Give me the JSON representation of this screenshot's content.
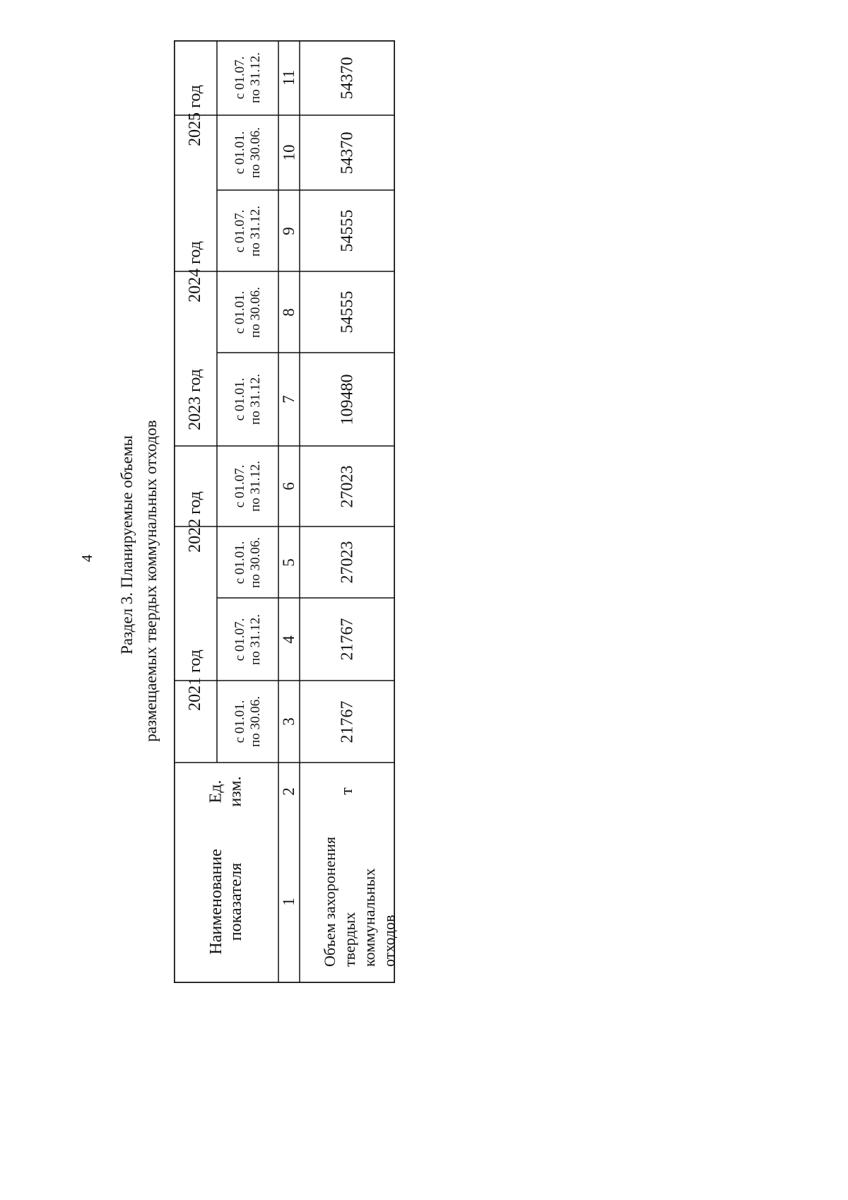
{
  "page_number": "4",
  "title": {
    "line1": "Раздел 3. Планируемые объемы",
    "line2": "размещаемых твердых коммунальных отходов"
  },
  "table": {
    "header": {
      "name": "Наименование\nпоказателя",
      "unit": "Ед.\nизм.",
      "years": [
        {
          "label": "2021 год",
          "periods": [
            "с 01.01.\nпо 30.06.",
            "с 01.07.\nпо 31.12."
          ]
        },
        {
          "label": "2022 год",
          "periods": [
            "с 01.01.\nпо 30.06.",
            "с 01.07.\nпо 31.12."
          ]
        },
        {
          "label": "2023 год",
          "periods": [
            "с 01.01.\nпо 31.12."
          ]
        },
        {
          "label": "2024 год",
          "periods": [
            "с 01.01.\nпо 30.06.",
            "с 01.07.\nпо 31.12."
          ]
        },
        {
          "label": "2025 год",
          "periods": [
            "с 01.01.\nпо 30.06.",
            "с 01.07.\nпо 31.12."
          ]
        }
      ]
    },
    "column_numbers": [
      "1",
      "2",
      "3",
      "4",
      "5",
      "6",
      "7",
      "8",
      "9",
      "10",
      "11"
    ],
    "rows": [
      {
        "name": "Объем захоронения\nтвердых\nкоммунальных\nотходов",
        "unit": "т",
        "values": [
          "21767",
          "21767",
          "27023",
          "27023",
          "109480",
          "54555",
          "54555",
          "54370",
          "54370"
        ]
      }
    ]
  }
}
